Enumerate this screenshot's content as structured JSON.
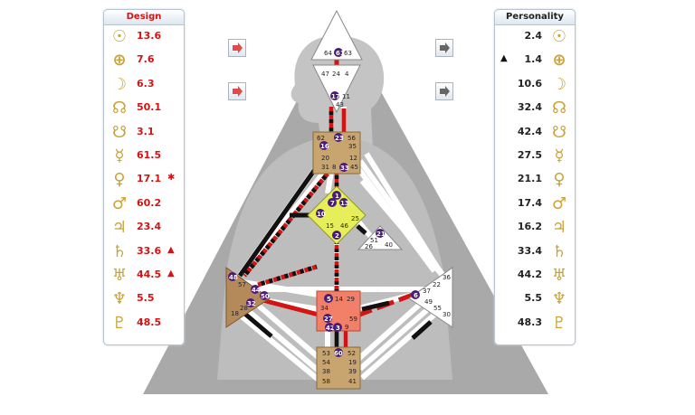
{
  "design": {
    "header": "Design",
    "rows": [
      {
        "glyph": "☉",
        "value": "13.6",
        "mark": ""
      },
      {
        "glyph": "⊕",
        "value": "7.6",
        "mark": ""
      },
      {
        "glyph": "☽",
        "value": "6.3",
        "mark": ""
      },
      {
        "glyph": "☊",
        "value": "50.1",
        "mark": ""
      },
      {
        "glyph": "☋",
        "value": "3.1",
        "mark": ""
      },
      {
        "glyph": "☿",
        "value": "61.5",
        "mark": ""
      },
      {
        "glyph": "♀",
        "value": "17.1",
        "mark": "✱"
      },
      {
        "glyph": "♂",
        "value": "60.2",
        "mark": ""
      },
      {
        "glyph": "♃",
        "value": "23.4",
        "mark": ""
      },
      {
        "glyph": "♄",
        "value": "33.6",
        "mark": "▲"
      },
      {
        "glyph": "♅",
        "value": "44.5",
        "mark": "▲"
      },
      {
        "glyph": "♆",
        "value": "5.5",
        "mark": ""
      },
      {
        "glyph": "♇",
        "value": "48.5",
        "mark": ""
      }
    ]
  },
  "personality": {
    "header": "Personality",
    "rows": [
      {
        "glyph": "☉",
        "value": "2.4",
        "mark": ""
      },
      {
        "glyph": "⊕",
        "value": "1.4",
        "mark": "▲"
      },
      {
        "glyph": "☽",
        "value": "10.6",
        "mark": ""
      },
      {
        "glyph": "☊",
        "value": "32.4",
        "mark": ""
      },
      {
        "glyph": "☋",
        "value": "42.4",
        "mark": ""
      },
      {
        "glyph": "☿",
        "value": "27.5",
        "mark": ""
      },
      {
        "glyph": "♀",
        "value": "21.1",
        "mark": ""
      },
      {
        "glyph": "♂",
        "value": "17.4",
        "mark": ""
      },
      {
        "glyph": "♃",
        "value": "16.2",
        "mark": ""
      },
      {
        "glyph": "♄",
        "value": "33.4",
        "mark": ""
      },
      {
        "glyph": "♅",
        "value": "44.2",
        "mark": ""
      },
      {
        "glyph": "♆",
        "value": "5.5",
        "mark": ""
      },
      {
        "glyph": "♇",
        "value": "48.3",
        "mark": ""
      }
    ]
  },
  "colors": {
    "design": "#d21414",
    "personality": "#222222",
    "planet_gold": "#c9a33a",
    "gate_badge": "#4b1a7a",
    "center_head": "#ffffff",
    "center_ajna": "#ffffff",
    "center_throat": "#c8a46e",
    "center_g": "#e6ef5a",
    "center_heart": "#ffffff",
    "center_sacral": "#f27f68",
    "center_spleen": "#b58a5a",
    "center_solar": "#ffffff",
    "center_root": "#c8a46e"
  },
  "icons": {
    "design_arrow": "right-arrow-red-icon",
    "personality_arrow": "right-arrow-gray-icon"
  },
  "gates": {
    "head": [
      "64",
      "61",
      "63"
    ],
    "ajna": [
      "47",
      "24",
      "4",
      "17",
      "11",
      "43"
    ],
    "throat": [
      "62",
      "23",
      "56",
      "16",
      "35",
      "20",
      "12",
      "31",
      "8",
      "33",
      "45"
    ],
    "g": [
      "1",
      "7",
      "13",
      "10",
      "15",
      "46",
      "25",
      "2"
    ],
    "heart": [
      "21",
      "51",
      "26",
      "40"
    ],
    "spleen": [
      "48",
      "57",
      "44",
      "50",
      "32",
      "28",
      "18"
    ],
    "sacral": [
      "5",
      "14",
      "29",
      "34",
      "27",
      "59",
      "42",
      "3",
      "9"
    ],
    "solar": [
      "36",
      "22",
      "37",
      "6",
      "49",
      "55",
      "30"
    ],
    "root": [
      "53",
      "60",
      "52",
      "54",
      "19",
      "38",
      "39",
      "58",
      "41"
    ]
  }
}
